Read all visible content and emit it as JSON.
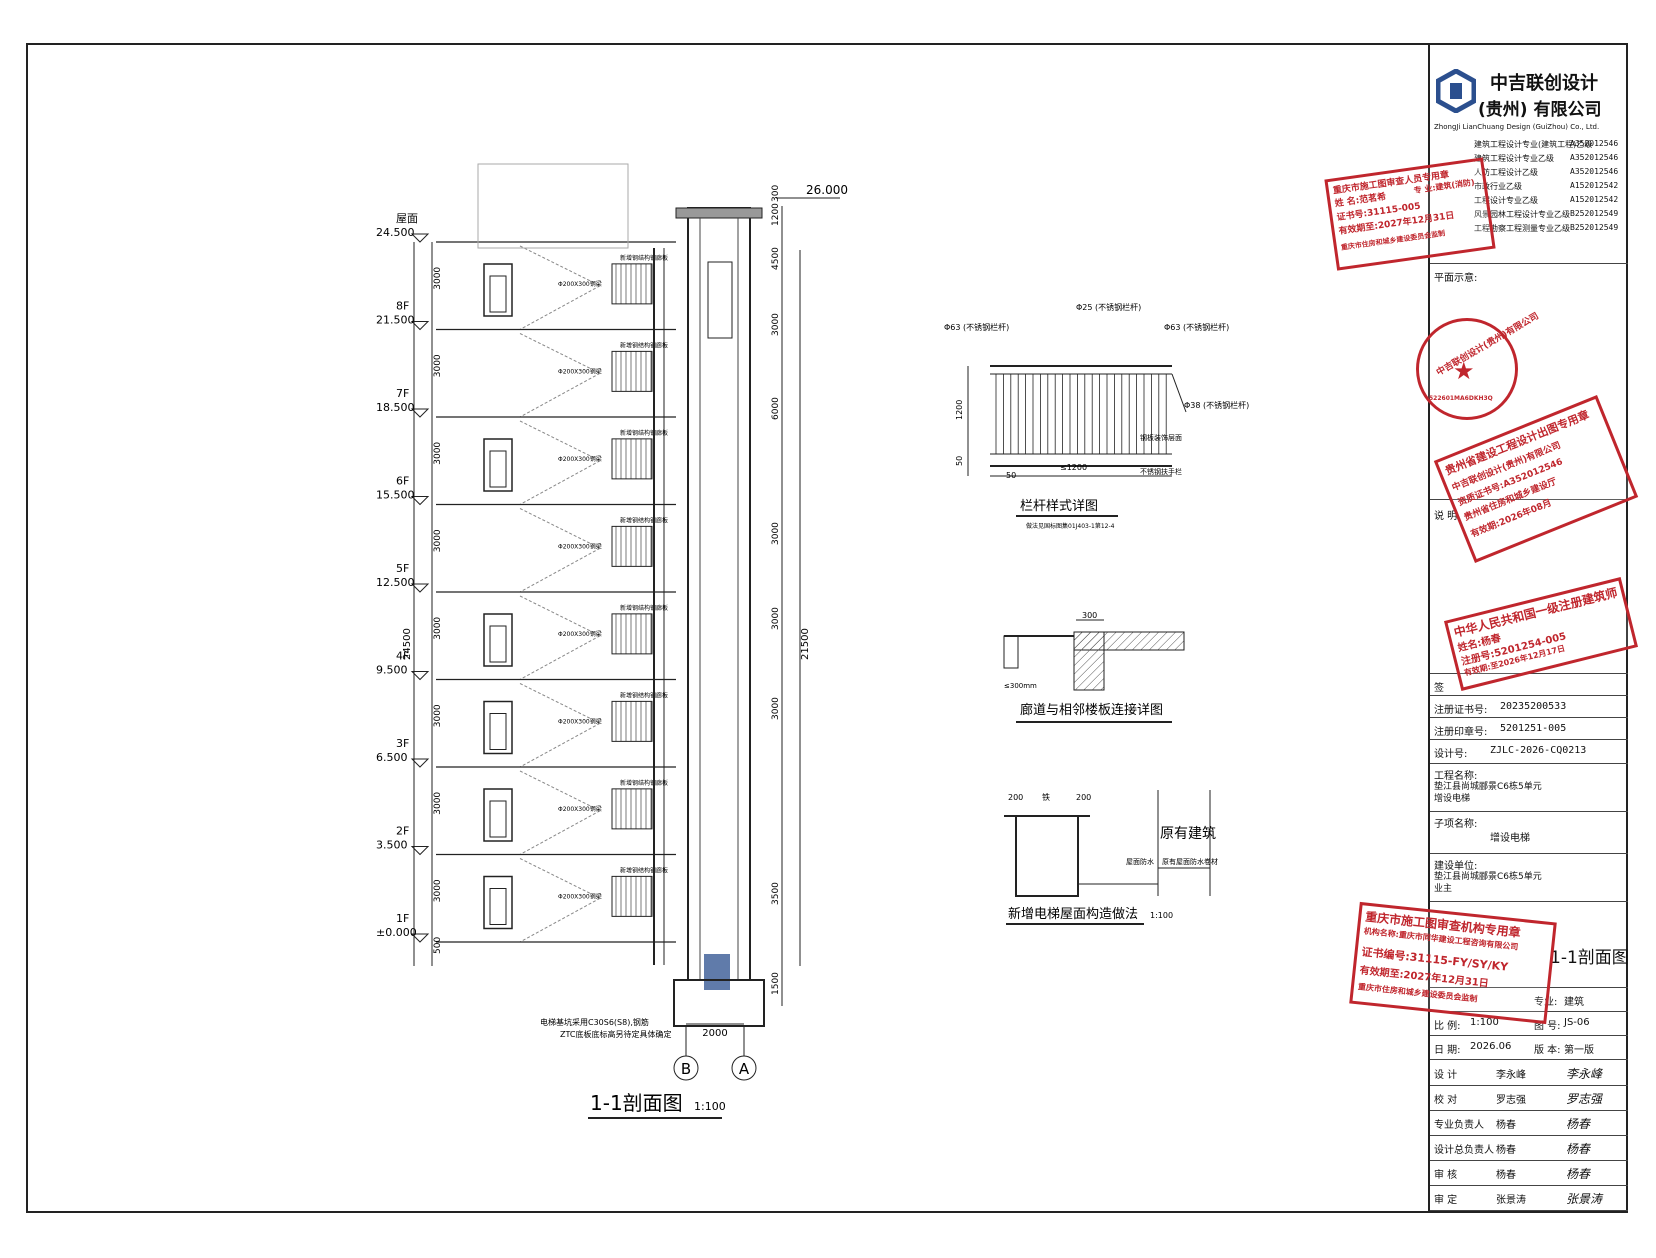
{
  "drawing": {
    "main_title": "1-1剖面图",
    "main_scale": "1:100",
    "top_elevation": "26.000",
    "floors": [
      {
        "name": "屋面",
        "elev": "24.500"
      },
      {
        "name": "8F",
        "elev": "21.500"
      },
      {
        "name": "7F",
        "elev": "18.500"
      },
      {
        "name": "6F",
        "elev": "15.500"
      },
      {
        "name": "5F",
        "elev": "12.500"
      },
      {
        "name": "4F",
        "elev": "9.500"
      },
      {
        "name": "3F",
        "elev": "6.500"
      },
      {
        "name": "2F",
        "elev": "3.500"
      },
      {
        "name": "1F",
        "elev": "±0.000"
      }
    ],
    "left_dims": [
      "3000",
      "3000",
      "3000",
      "3000",
      "3000",
      "3000",
      "3000",
      "3000",
      "500"
    ],
    "left_total": "24500",
    "right_dims": [
      "300",
      "1200",
      "4500",
      "3000",
      "6000",
      "3000",
      "3000",
      "3000",
      "3500",
      "1500"
    ],
    "right_total": "21500",
    "pit_width": "2000",
    "axis_b": "B",
    "axis_a": "A",
    "pit_note_1": "电梯基坑采用C30S6(S8),钢筋",
    "pit_note_2": "ZTC底板底标高另待定具体确定",
    "beam_note": "Φ200X300钢梁",
    "hall_note": "新增钢结构钢廊板",
    "railing_title": "栏杆样式详图",
    "railing_sub": "做法见国标图集01J403-1第12-4",
    "railing_labels": {
      "a": "Φ63 (不锈钢栏杆)",
      "b": "Φ25 (不锈钢栏杆)",
      "c": "Φ63 (不锈钢栏杆)",
      "d": "Φ38 (不锈钢栏杆)",
      "e": "钢板装饰层面",
      "f": "不锈钢扶手栏",
      "dim1": "1200",
      "dim2": "50",
      "dim3": "≤1200",
      "dim4": "50"
    },
    "corridor_title": "廊道与相邻楼板连接详图",
    "corridor_dim": "300",
    "corridor_dim2": "≤300mm",
    "roof_title": "新增电梯屋面构造做法",
    "roof_scale": "1:100",
    "roof_existing": "原有建筑",
    "roof_labels": {
      "a": "屋面防水",
      "b": "原有屋面防水卷材",
      "d1": "200",
      "d2": "铁",
      "d3": "200"
    }
  },
  "titleblock": {
    "company_cn_1": "中吉联创设计",
    "company_cn_2": "(贵州) 有限公司",
    "company_en": "ZhongJi LianChuang Design (GuiZhou) Co., Ltd.",
    "quals": [
      {
        "name": "建筑工程设计专业(建筑工程)乙级",
        "code": "A352012546"
      },
      {
        "name": "建筑工程设计专业乙级",
        "code": "A352012546"
      },
      {
        "name": "人防工程设计乙级",
        "code": "A352012546"
      },
      {
        "name": "市政行业乙级",
        "code": "A152012542"
      },
      {
        "name": "工程设计专业乙级",
        "code": "A152012542"
      },
      {
        "name": "风景园林工程设计专业乙级",
        "code": "B252012549"
      },
      {
        "name": "工程勘察工程测量专业乙级",
        "code": "B252012549"
      }
    ],
    "plan_note": "平面示意:",
    "notes_label": "说 明",
    "signature_label": "签",
    "reg_cert_label": "注册证书号:",
    "reg_cert": "20235200533",
    "reg_seal_label": "注册印章号:",
    "reg_seal": "5201251-005",
    "design_no_label": "设计号:",
    "design_no": "ZJLC-2026-CQ0213",
    "project_label": "工程名称:",
    "project_1": "垫江县尚城郦景C6栋5单元",
    "project_2": "增设电梯",
    "sub_label": "子项名称:",
    "sub_name": "增设电梯",
    "client_label": "建设单位:",
    "client_1": "垫江县尚城郦景C6栋5单元",
    "client_2": "业主",
    "sheet_title": "1-1剖面图",
    "discipline_label": "专业:",
    "discipline": "建筑",
    "scale_label": "比 例:",
    "scale": "1:100",
    "sheet_no_label": "图 号:",
    "sheet_no": "JS-06",
    "date_label": "日 期:",
    "date": "2026.06",
    "version_label": "版 本:",
    "version": "第一版",
    "roles": [
      {
        "role": "设 计",
        "name": "李永峰"
      },
      {
        "role": "校 对",
        "name": "罗志强"
      },
      {
        "role": "专业负责人",
        "name": "杨春"
      },
      {
        "role": "设计总负责人",
        "name": "杨春"
      },
      {
        "role": "审 核",
        "name": "杨春"
      },
      {
        "role": "审 定",
        "name": "张景涛"
      }
    ]
  },
  "stamps": {
    "s1": {
      "l1": "重庆市施工图审查人员专用章",
      "l2": "姓 名:范茗希",
      "l3": "专 业:建筑(消防)",
      "l4": "证书号:31115-005",
      "l5": "有效期至:2027年12月31日",
      "l6": "重庆市住房和城乡建设委员会监制"
    },
    "s2": {
      "l1": "中吉联创设计(贵州)有限公司",
      "l2": "522601MA6DKH3Q"
    },
    "s3": {
      "l1": "贵州省建设工程设计出图专用章",
      "l2": "中吉联创设计(贵州)有限公司",
      "l3": "资质证书号:A352012546",
      "l4": "贵州省住房和城乡建设厅",
      "l5": "有效期:2026年08月"
    },
    "s4": {
      "l1": "中华人民共和国一级注册建筑师",
      "l2": "姓名:杨春",
      "l3": "注册号:5201254-005",
      "l4": "有效期:至2026年12月17日"
    },
    "s5": {
      "l1": "重庆市施工图审查机构专用章",
      "l2": "机构名称:重庆市同华建设工程咨询有限公司",
      "l3": "证书编号:31115-FY/SY/KY",
      "l4": "有效期至:2027年12月31日",
      "l5": "重庆市住房和城乡建设委员会监制"
    }
  },
  "colors": {
    "stamp": "#c0262d",
    "line": "#222222",
    "logo": "#2b4f8e"
  }
}
